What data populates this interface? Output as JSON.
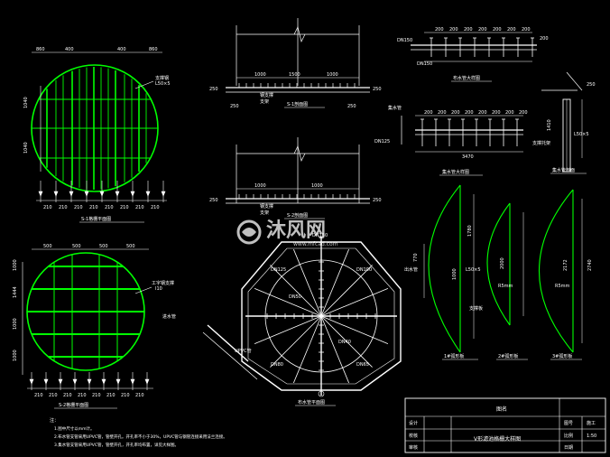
{
  "drawing": {
    "background": "#000000",
    "colors": {
      "white": "#ffffff",
      "green": "#00ff00",
      "yellow": "#ffff00",
      "cyan": "#00ffff",
      "magenta": "#ff00ff",
      "red": "#ff0000"
    }
  },
  "top_left_plate": {
    "dims_top": [
      "860",
      "400",
      "400",
      "860"
    ],
    "dims_bottom": [
      "210",
      "210",
      "210",
      "210",
      "210",
      "210",
      "210",
      "210"
    ],
    "dims_left": [
      "1040",
      "1040"
    ],
    "callout": "支撑钢",
    "callout2": "L50×5",
    "caption": "S-1格栅平面图"
  },
  "bottom_left_plate": {
    "dims_top": [
      "500",
      "500",
      "500",
      "500"
    ],
    "dims_bottom": [
      "210",
      "210",
      "210",
      "210",
      "210",
      "210",
      "210",
      "210"
    ],
    "dims_left": [
      "1000",
      "1444",
      "1000",
      "1000"
    ],
    "callout": "工字钢支撑",
    "callout2": "I10",
    "caption": "S-2格栅平面图"
  },
  "top_section_1": {
    "dims": [
      "1000",
      "1500",
      "1000"
    ],
    "side_left": "250",
    "side_right": "250",
    "label1": "钢支撑",
    "label2": "支架",
    "caption": "S-1剖面图"
  },
  "top_section_2": {
    "dims": [
      "1000",
      "1000"
    ],
    "side_left": "250",
    "side_right": "250",
    "label1": "钢支撑",
    "label2": "支架",
    "caption": "S-2剖面图"
  },
  "top_right_detail": {
    "dims": [
      "200",
      "200",
      "200",
      "200",
      "200",
      "200",
      "200"
    ],
    "label": "DN150",
    "side": "200",
    "caption": "布水管大样图"
  },
  "mid_right_detail": {
    "dims": [
      "200",
      "200",
      "200",
      "200",
      "200",
      "200",
      "200",
      "200"
    ],
    "length": "3470",
    "label_left": "DN125",
    "label_right": "支撑托架",
    "caption": "集水管大样图"
  },
  "right_small_detail": {
    "label": "L50×5",
    "caption": "集水管剖面"
  },
  "octagon": {
    "labels": [
      "DN125",
      "DN100",
      "DN80",
      "DN65",
      "DN50",
      "DN40",
      "UPVC管"
    ],
    "top": "DN150",
    "left": "进水管",
    "right": "出水管",
    "caption": "布水管平面图"
  },
  "arcs": [
    {
      "dim_left": "1780",
      "dim_vert": "1000",
      "label": "L50×5",
      "caption": "1#弧形板",
      "label2": "支撑板"
    },
    {
      "dim_vert": "2000",
      "label": "R5mm",
      "caption": "2#弧形板"
    },
    {
      "dim_vert": "2172",
      "dim2": "2740",
      "label": "R5mm",
      "caption": "3#弧形板"
    }
  ],
  "notes": {
    "heading": "注：",
    "lines": [
      "1.图中尺寸以mm计。",
      "2.布水管支管采用UPVC管，管壁开孔。开孔率不小于30%，UPVC管与钢管连接采用法兰连接。",
      "3.集水管支管采用UPVC管，管壁开孔，开孔率均布置，详见大样图。"
    ]
  },
  "title_block": {
    "top_title": "图名",
    "main_title": "V形滤池格栅大样图",
    "rows_left": [
      "设计",
      "校核",
      "审核"
    ],
    "rows_right": [
      "图号",
      "比例",
      "日期"
    ],
    "vals_right": [
      "施工",
      "1:50",
      ""
    ]
  },
  "watermark": {
    "name": "沐风网",
    "url": "www.mfcad.com"
  }
}
